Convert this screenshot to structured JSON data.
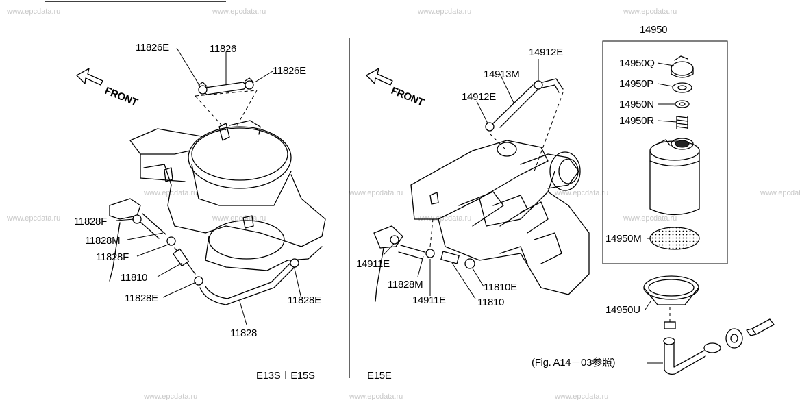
{
  "watermark": "www.epcdata.ru",
  "left_panel": {
    "caption": "E13S＋E15S",
    "front_label": "FRONT",
    "labels": {
      "p11826E_top": "11826E",
      "p11826": "11826",
      "p11826E_right": "11826E",
      "p11828F_top": "11828F",
      "p11828M": "11828M",
      "p11828F_bottom": "11828F",
      "p11810": "11810",
      "p11828E_left": "11828E",
      "p11828E_right": "11828E",
      "p11828": "11828"
    }
  },
  "center_panel": {
    "caption": "E15E",
    "front_label": "FRONT",
    "labels": {
      "p14912E_top": "14912E",
      "p14913M": "14913M",
      "p14912E_left": "14912E",
      "p14911E_left": "14911E",
      "p11828M": "11828M",
      "p14911E_bottom": "14911E",
      "p11810E": "11810E",
      "p11810": "11810"
    }
  },
  "right_panel": {
    "labels": {
      "p14950": "14950",
      "p14950Q": "14950Q",
      "p14950P": "14950P",
      "p14950N": "14950N",
      "p14950R": "14950R",
      "p14950M": "14950M",
      "p14950U": "14950U"
    },
    "reference": "(Fig. A14－03参照)"
  }
}
